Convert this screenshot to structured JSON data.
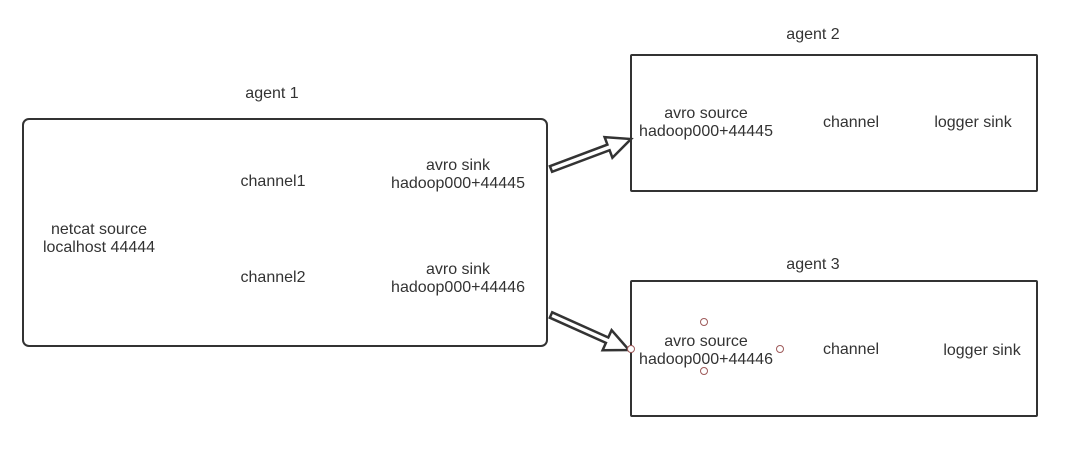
{
  "diagram": {
    "colors": {
      "border": "#333333",
      "text": "#333333",
      "handle_outline": "#9e5a5a",
      "background": "#ffffff"
    },
    "agent1": {
      "title": "agent 1",
      "source_line1": "netcat source",
      "source_line2": "localhost 44444",
      "channel1": "channel1",
      "channel2": "channel2",
      "sink1_line1": "avro sink",
      "sink1_line2": "hadoop000+44445",
      "sink2_line1": "avro sink",
      "sink2_line2": "hadoop000+44446"
    },
    "agent2": {
      "title": "agent 2",
      "source_line1": "avro source",
      "source_line2": "hadoop000+44445",
      "channel": "channel",
      "sink": "logger sink"
    },
    "agent3": {
      "title": "agent 3",
      "source_line1": "avro source",
      "source_line2": "hadoop000+44446",
      "channel": "channel",
      "sink": "logger sink"
    }
  }
}
